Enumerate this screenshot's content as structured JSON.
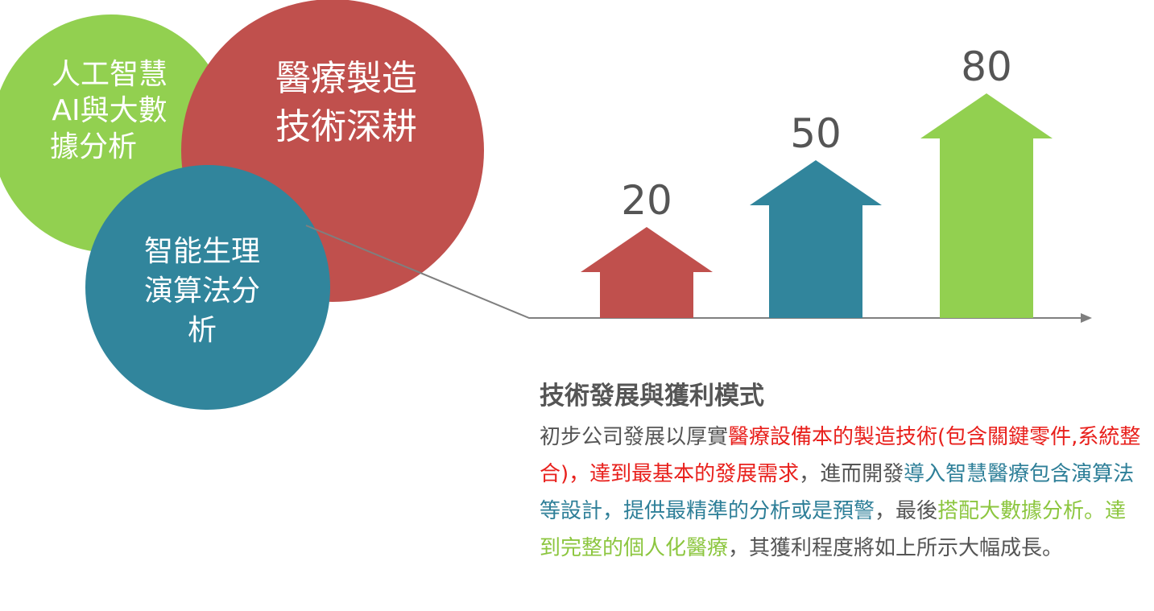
{
  "circles": {
    "green": {
      "lines": [
        "人工智慧",
        "AI與大數",
        "據分析"
      ],
      "color": "#92d050"
    },
    "red": {
      "lines": [
        "醫療製造",
        "技術深耕"
      ],
      "color": "#c0504d"
    },
    "blue": {
      "lines": [
        "智能生理",
        "演算法分",
        "析"
      ],
      "color": "#31859c"
    }
  },
  "chart_data": {
    "type": "bar",
    "values": [
      20,
      50,
      80
    ],
    "data_labels": [
      "20",
      "50",
      "80"
    ],
    "colors": [
      "#c0504d",
      "#31859c",
      "#92d050"
    ],
    "ylim": [
      0,
      80
    ]
  },
  "description": {
    "title": "技術發展與獲利模式",
    "segments": [
      {
        "text": "初步公司發展以厚實",
        "style": "gray"
      },
      {
        "text": "醫療設備本的製造技術(包含關鍵零件,系統整合)，達到最基本的發展需求",
        "style": "red"
      },
      {
        "text": "，進而開發",
        "style": "gray"
      },
      {
        "text": "導入智慧醫療包含演算法等設計，提供最精準的分析或是預警",
        "style": "blue"
      },
      {
        "text": "，最後",
        "style": "gray"
      },
      {
        "text": "搭配大數據分析。達到完整的個人化醫療",
        "style": "green"
      },
      {
        "text": "，其獲利程度將如上所示大幅成長。",
        "style": "gray"
      }
    ]
  }
}
